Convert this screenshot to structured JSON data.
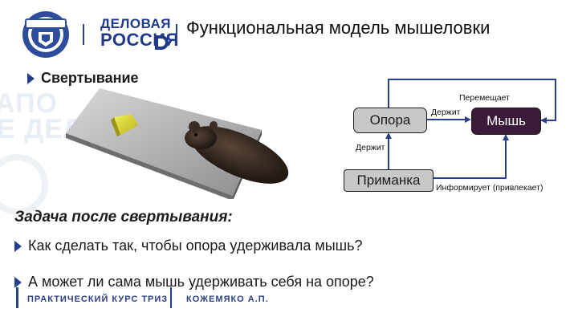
{
  "header": {
    "brand_line1": "ДЕЛОВАЯ",
    "brand_line2": "РОССИЯ",
    "title": "Функциональная модель мышеловки"
  },
  "section": {
    "label": "Свертывание"
  },
  "diagram": {
    "nodes": {
      "opora": "Опора",
      "mysh": "Мышь",
      "primanka": "Приманка"
    },
    "edges": {
      "peremeshchaet": "Перемещает",
      "derzhit_top": "Держит",
      "derzhit_left": "Держит",
      "informiruet": "Информирует (привлекает)"
    },
    "colors": {
      "node_gray": "#c7c9c7",
      "mouse_node": "#3c1a3a",
      "line": "#2b3f86"
    }
  },
  "task": {
    "title": "Задача после свертывания:",
    "questions": [
      "Как сделать так, чтобы опора удерживала мышь?",
      "А может ли сама мышь удерживать себя на опоре?"
    ]
  },
  "footer": {
    "left": "ПРАКТИЧЕСКИЙ КУРС ТРИЗ",
    "right": "КОЖЕМЯКО А.П."
  },
  "icons": [
    "university-emblem-icon",
    "brand-logo-icon",
    "bullet-arrow-icon"
  ]
}
